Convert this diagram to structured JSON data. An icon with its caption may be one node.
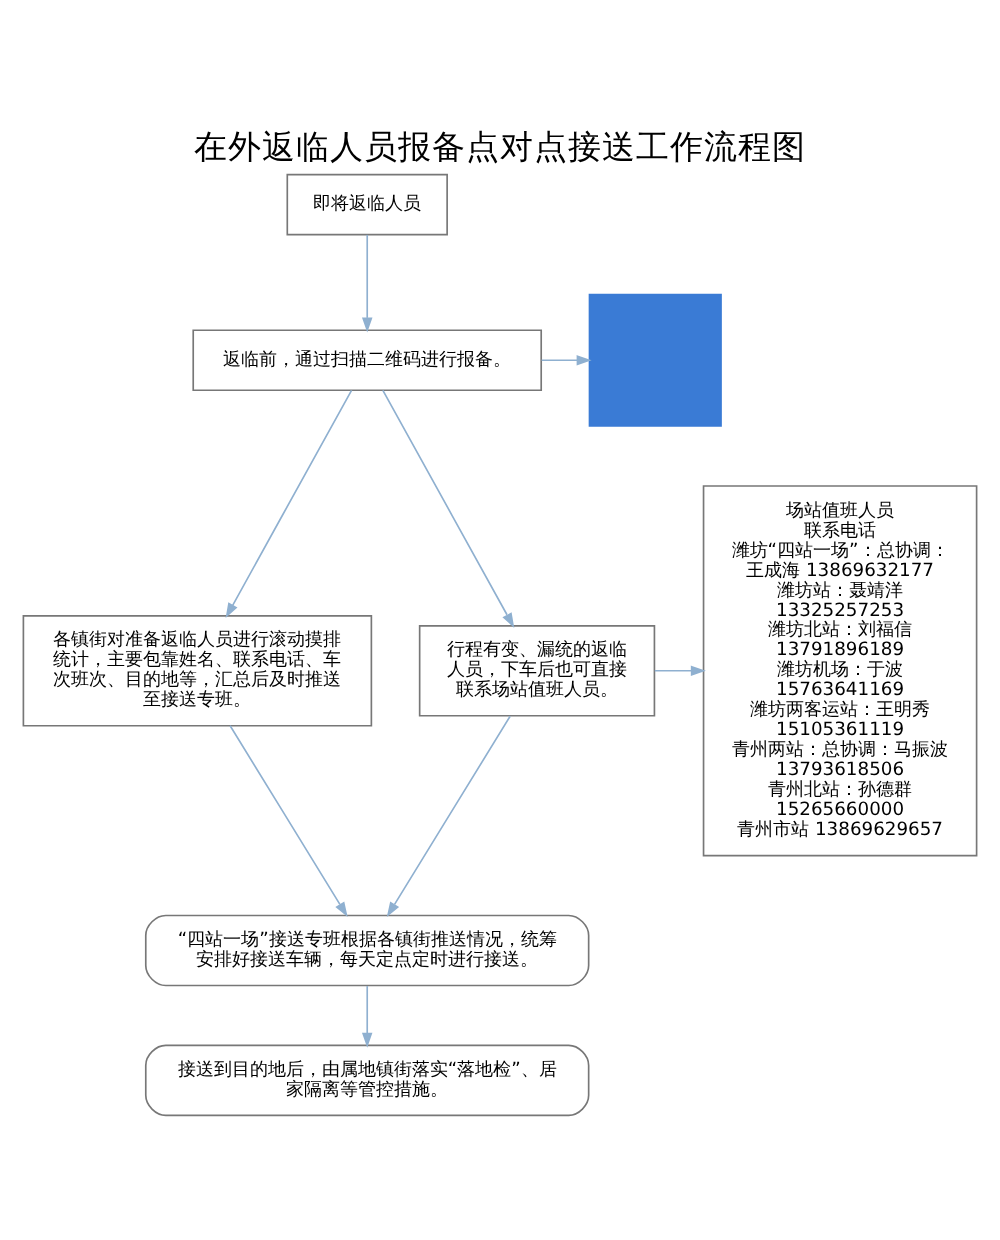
{
  "diagram": {
    "title": "在外返临人员报备点对点接送工作流程图",
    "nodes": [
      {
        "text": [
          "即将返临人员"
        ]
      },
      {
        "text": [
          "返临前，通过扫描二维码进行报备。"
        ]
      },
      {
        "text": [],
        "shape": "box"
      },
      {
        "text": [
          "各镇街对准备返临人员进行滚动摸排统计，主要包靠姓名、联系电话、车次班次、目的地等，汇总后及时推送至接送专班。"
        ]
      },
      {
        "text": [
          "行程有变、漏统的返临人员，下车后也可直接联系场站值班人员。"
        ]
      },
      {
        "text": [
          "场站值班人员",
          "联系电话",
          "潍坊“四站一场”：总协调：",
          "王成海 13869632177",
          "潍坊站：聂靖洋",
          "13325257253",
          "潍坊北站：刘福信",
          "13791896189",
          "潍坊机场：于波",
          "15763641169",
          "潍坊两客运站：王明秀",
          "15105361119",
          "青州两站：总协调：马振波",
          "13793618506",
          "青州北站：孙德群",
          "15265660000",
          "青州市站 13869629657"
        ]
      },
      {
        "text": [
          "“四站一场”接送专班根据各镇街推送情况，统筹安排好接送车辆，每天定点定时进行接送。"
        ]
      },
      {
        "text": [
          "接送到目的地后，由属地镇街落实“落地检”、居家隔离等管控措施。"
        ]
      }
    ],
    "edges": [
      {
        "from": 0,
        "to": 1,
        "arrow": "to"
      },
      {
        "from": 1,
        "to": 2,
        "arrow": "to"
      },
      {
        "from": 1,
        "to": 3,
        "arrow": "to"
      },
      {
        "from": 1,
        "to": 4,
        "arrow": "to"
      },
      {
        "from": 4,
        "to": 5,
        "arrow": "to"
      },
      {
        "from": 3,
        "to": 6,
        "arrow": "to"
      },
      {
        "from": 4,
        "to": 6,
        "arrow": "to"
      },
      {
        "from": 6,
        "to": 7,
        "arrow": "to"
      }
    ]
  }
}
